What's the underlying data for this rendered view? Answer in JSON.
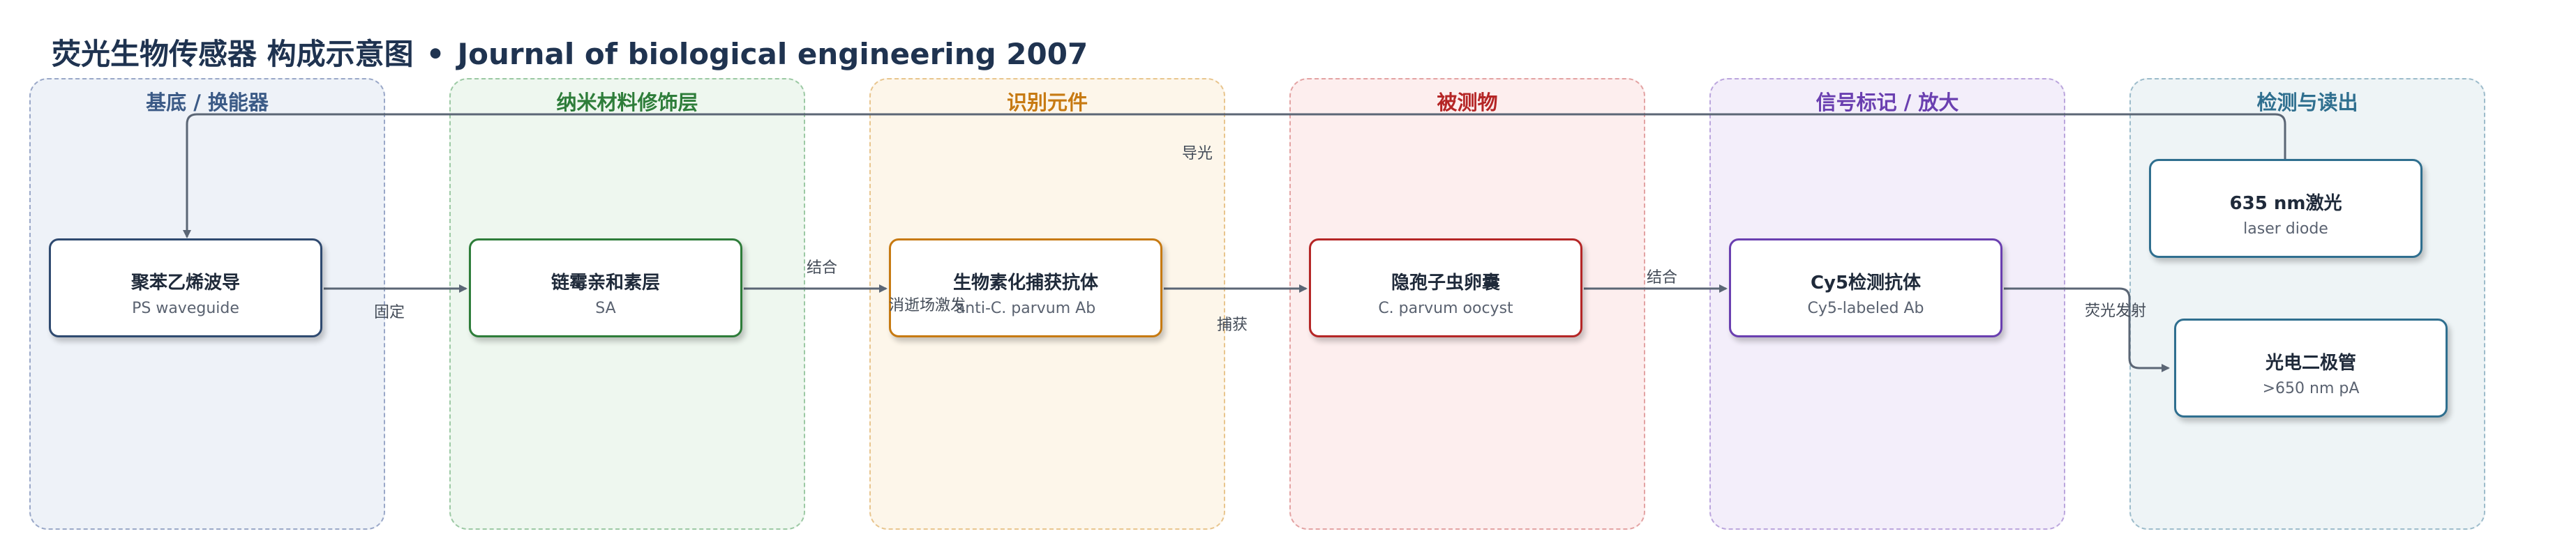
{
  "title": {
    "main": "荧光生物传感器 构成示意图",
    "separator": "•",
    "source": "Journal of biological engineering 2007"
  },
  "lanes": [
    {
      "label": "基底 / 换能器",
      "color": "#3b5a86",
      "fill": "#eef2f8",
      "border": "#9aa8c8"
    },
    {
      "label": "纳米材料修饰层",
      "color": "#2e7d3a",
      "fill": "#eef7ef",
      "border": "#9cc9a4"
    },
    {
      "label": "识别元件",
      "color": "#c77a12",
      "fill": "#fdf6ea",
      "border": "#e8c58e"
    },
    {
      "label": "被测物",
      "color": "#b52626",
      "fill": "#fdeeee",
      "border": "#e3a3a3"
    },
    {
      "label": "信号标记 / 放大",
      "color": "#6a3fb0",
      "fill": "#f3eefa",
      "border": "#bba6dd"
    },
    {
      "label": "检测与读出",
      "color": "#2f6f8f",
      "fill": "#eef4f6",
      "border": "#9dbccb"
    }
  ],
  "nodes": {
    "waveguide": {
      "title": "聚苯乙烯波导",
      "subtitle": "PS waveguide",
      "color": "#2f4a70"
    },
    "streptavidin": {
      "title": "链霉亲和素层",
      "subtitle": "SA",
      "color": "#2e7d3a"
    },
    "capture_ab": {
      "title": "生物素化捕获抗体",
      "subtitle": "anti-C. parvum Ab",
      "color": "#c77a12"
    },
    "oocyst": {
      "title": "隐孢子虫卵囊",
      "subtitle": "C. parvum oocyst",
      "color": "#b52626"
    },
    "cy5_ab": {
      "title": "Cy5检测抗体",
      "subtitle": "Cy5-labeled Ab",
      "color": "#6a3fb0"
    },
    "laser": {
      "title": "635 nm激光",
      "subtitle": "laser diode",
      "color": "#2f6f8f"
    },
    "photodiode": {
      "title": "光电二极管",
      "subtitle": ">650 nm pA",
      "color": "#2f6f8f"
    }
  },
  "edges": {
    "fix": "固定",
    "bind1": "结合",
    "evanescent": "消逝场激发",
    "capture": "捕获",
    "bind2": "结合",
    "emission": "荧光发射",
    "light_guide": "导光"
  },
  "edge_color": "#5b6675"
}
